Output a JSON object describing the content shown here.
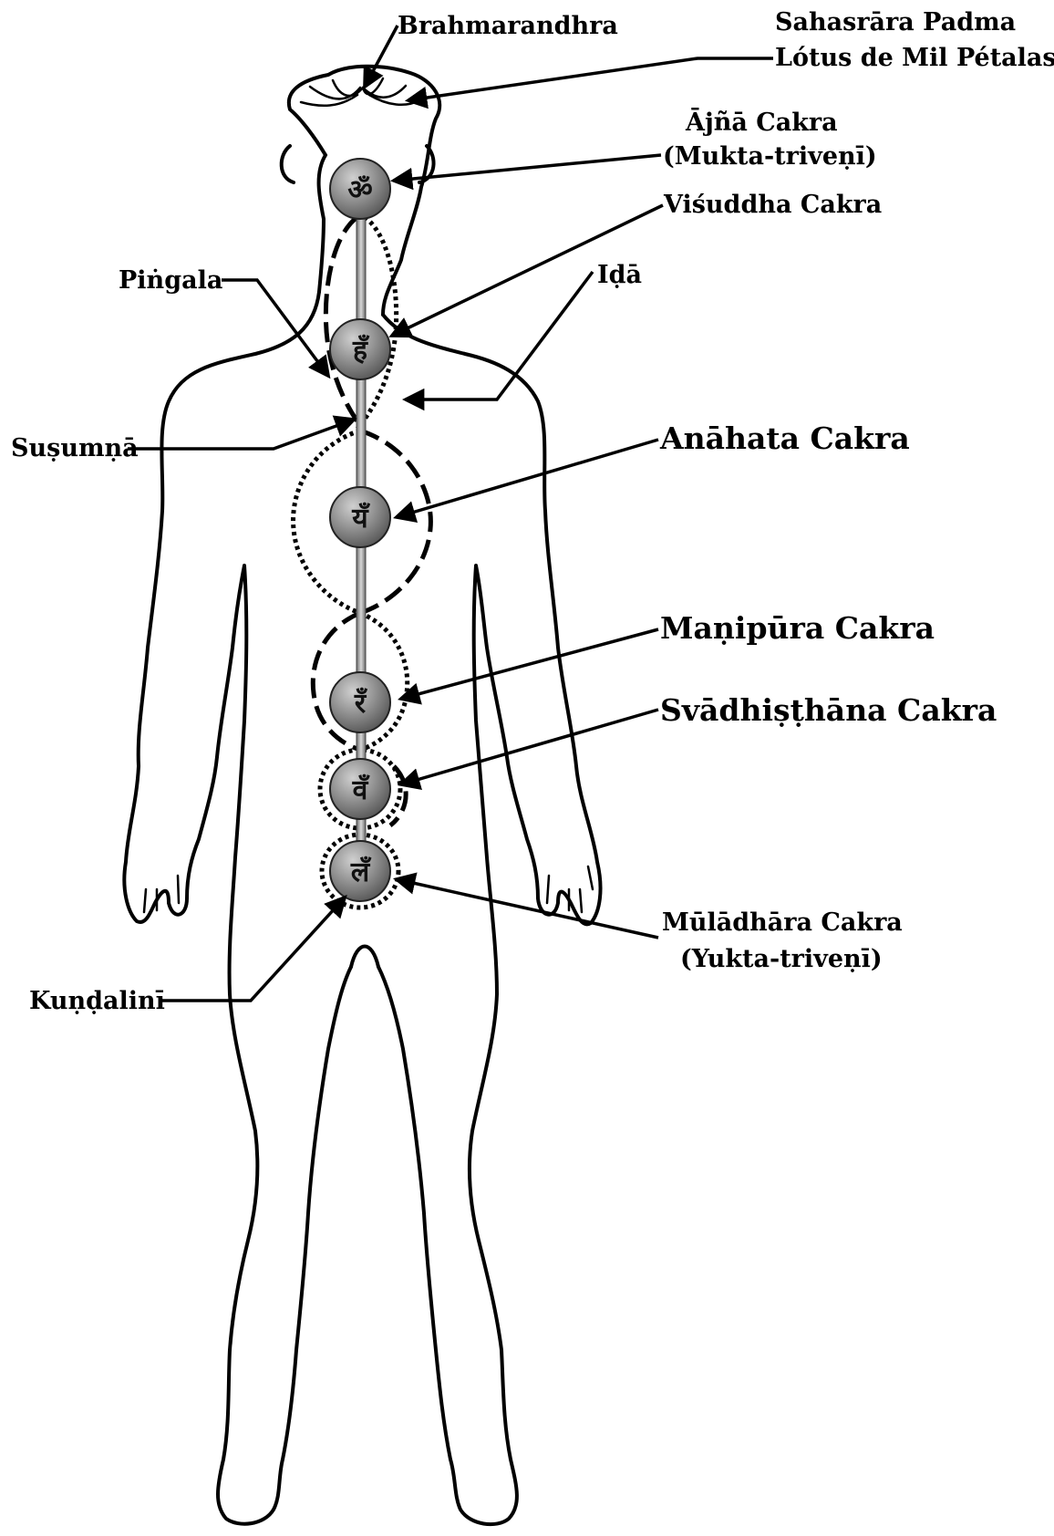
{
  "labels": {
    "brahmarandhra": "Brahmarandhra",
    "sahasrara_line1": "Sahasrāra Padma",
    "sahasrara_line2": "Lótus de Mil Pétalas",
    "ajna_line1": "Ājñā Cakra",
    "ajna_line2": "(Mukta-triveṇī)",
    "visuddha": "Viśuddha Cakra",
    "pingala": "Piṅgala",
    "ida": "Iḍā",
    "susumna": "Suṣumṇā",
    "anahata": "Anāhata Cakra",
    "manipura": "Maṇipūra Cakra",
    "svadhisthana": "Svādhiṣṭhāna Cakra",
    "muladhara_line1": "Mūlādhāra Cakra",
    "muladhara_line2": "(Yukta-triveṇī)",
    "kundalini": "Kuṇḍalinī"
  },
  "chakras": [
    {
      "id": "ajna",
      "bija": "ॐ"
    },
    {
      "id": "visuddha",
      "bija": "हँ"
    },
    {
      "id": "anahata",
      "bija": "यँ"
    },
    {
      "id": "manipura",
      "bija": "रँ"
    },
    {
      "id": "svadhisthana",
      "bija": "वँ"
    },
    {
      "id": "muladhara",
      "bija": "लँ"
    }
  ],
  "colors": {
    "line": "#000000",
    "sphere_light": "#d0d0d0",
    "sphere_dark": "#5a5a5a",
    "background": "#ffffff"
  }
}
